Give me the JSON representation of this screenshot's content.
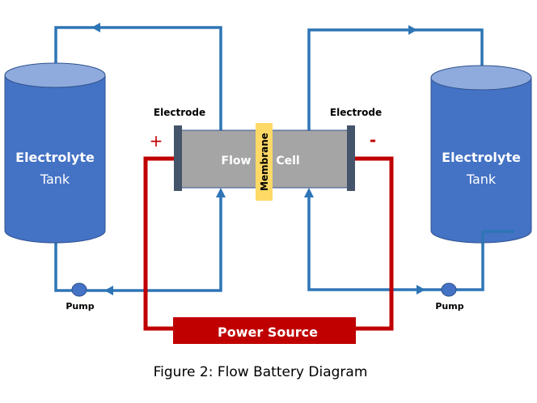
{
  "diagram": {
    "caption": "Figure 2: Flow Battery Diagram",
    "colors": {
      "pipe": "#2E75B6",
      "tank_body": "#4472C4",
      "tank_top": "#8FAADC",
      "tank_stroke": "#2F528F",
      "wire": "#C00000",
      "cell": "#A5A5A5",
      "electrode": "#44546A",
      "membrane": "#FFD966",
      "pump": "#4472C4",
      "text_dark": "#000000",
      "text_light": "#ffffff"
    },
    "left_tank": {
      "title": "Electrolyte",
      "subtitle": "Tank"
    },
    "right_tank": {
      "title": "Electrolyte",
      "subtitle": "Tank"
    },
    "left_electrode": {
      "label": "Electrode",
      "polarity": "+"
    },
    "right_electrode": {
      "label": "Electrode",
      "polarity": "-"
    },
    "cell": {
      "left_label": "Flow",
      "right_label": "Cell"
    },
    "membrane": {
      "label": "Membrane"
    },
    "left_pump": {
      "label": "Pump"
    },
    "right_pump": {
      "label": "Pump"
    },
    "power_source": {
      "label": "Power Source"
    }
  }
}
